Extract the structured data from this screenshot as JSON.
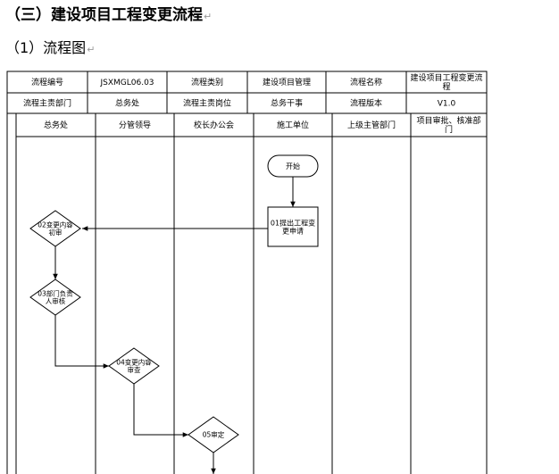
{
  "document": {
    "heading": "（三）建设项目工程变更流程",
    "subheading": "（1）流程图",
    "paragraph_mark": "↵"
  },
  "info_table": {
    "rows": [
      [
        "流程编号",
        "JSXMGL06.03",
        "流程类别",
        "建设项目管理",
        "流程名称",
        [
          "建设项目工程变更流",
          "程"
        ]
      ],
      [
        "流程主责部门",
        "总务处",
        "流程主责岗位",
        "总务干事",
        "流程版本",
        "V1.0"
      ]
    ]
  },
  "lanes": [
    [
      "总务处"
    ],
    [
      "分管领导"
    ],
    [
      "校长办公会"
    ],
    [
      "施工单位"
    ],
    [
      "上级主管部门"
    ],
    [
      "项目审批、核准部",
      "门"
    ]
  ],
  "nodes": {
    "start": [
      "开始"
    ],
    "n01": [
      "01提出工程变",
      "更申请"
    ],
    "n02": [
      "02变更内容",
      "初审"
    ],
    "n03": [
      "03部门负责",
      "人审核"
    ],
    "n04": [
      "04变更内容",
      "审查"
    ],
    "n05": [
      "05审定"
    ]
  },
  "colors": {
    "line": "#000000",
    "background": "#ffffff",
    "mark": "#9a9a9a"
  }
}
